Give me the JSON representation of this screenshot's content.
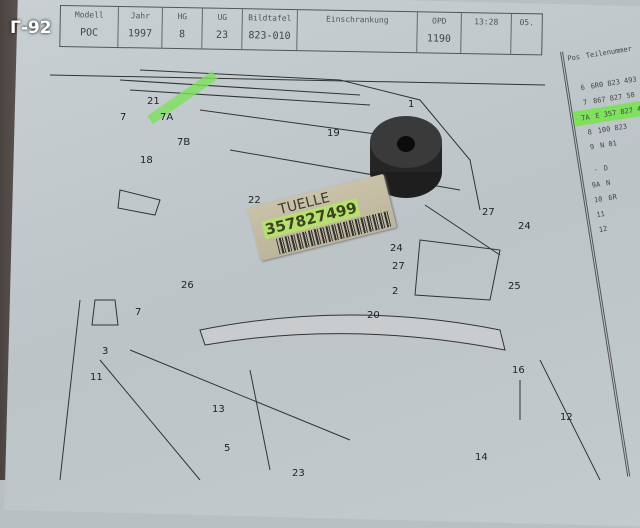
{
  "watermark": "Г-92",
  "header": {
    "columns": [
      {
        "label": "Modell",
        "value": "POC"
      },
      {
        "label": "Jahr",
        "value": "1997"
      },
      {
        "label": "HG",
        "value": "8"
      },
      {
        "label": "UG",
        "value": "23"
      },
      {
        "label": "Bildtafel",
        "value": "823-010"
      },
      {
        "label": "Einschrankung",
        "value": ""
      },
      {
        "label": "OPD",
        "value": "1190"
      },
      {
        "label": "13:28",
        "value": ""
      },
      {
        "label": "05.",
        "value": ""
      }
    ]
  },
  "parts_table": {
    "headers": [
      "Pos",
      "Teilenummer"
    ],
    "rows": [
      {
        "pos": "6",
        "part": "6R0 823 493"
      },
      {
        "pos": "7",
        "part": "867 827 50"
      },
      {
        "pos": "7A",
        "part": "E 357 827 4",
        "highlight": true
      },
      {
        "pos": "8",
        "part": "100 823"
      },
      {
        "pos": "9",
        "part": "N 01"
      },
      {
        "pos": "-",
        "part": "D"
      },
      {
        "pos": "9A",
        "part": "N"
      },
      {
        "pos": "10",
        "part": "6R"
      },
      {
        "pos": "11",
        "part": ""
      },
      {
        "pos": "12",
        "part": ""
      }
    ]
  },
  "label": {
    "name": "TUELLE",
    "number": "357827499"
  },
  "callouts": [
    "7",
    "21",
    "7A",
    "7B",
    "1",
    "19",
    "18",
    "22",
    "27",
    "24",
    "24",
    "27",
    "2",
    "25",
    "7",
    "26",
    "20",
    "3",
    "11",
    "16",
    "13",
    "5",
    "12",
    "14",
    "23"
  ],
  "colors": {
    "highlight": "#7ee05c",
    "paper": "#c4cbcf"
  }
}
